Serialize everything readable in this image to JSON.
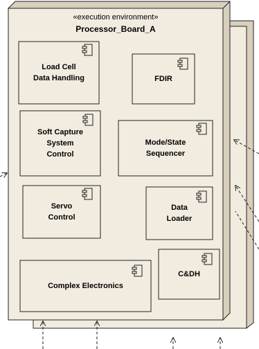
{
  "node": {
    "stereotype": "«execution environment»",
    "name": "Processor_Board_A"
  },
  "components": [
    {
      "id": "load-cell-data-handling",
      "label": "Load Cell\nData Handling"
    },
    {
      "id": "fdir",
      "label": "FDIR"
    },
    {
      "id": "soft-capture-system-control",
      "label": "Soft Capture\nSystem\nControl"
    },
    {
      "id": "mode-state-sequencer",
      "label": "Mode/State\nSequencer"
    },
    {
      "id": "servo-control",
      "label": "Servo\nControl"
    },
    {
      "id": "data-loader",
      "label": "Data\nLoader"
    },
    {
      "id": "complex-electronics",
      "label": "Complex Electronics"
    },
    {
      "id": "cdh",
      "label": "C&DH"
    }
  ],
  "colors": {
    "fill": "#f2ece0",
    "shade": "#d8cfbd",
    "stroke": "#222222"
  }
}
